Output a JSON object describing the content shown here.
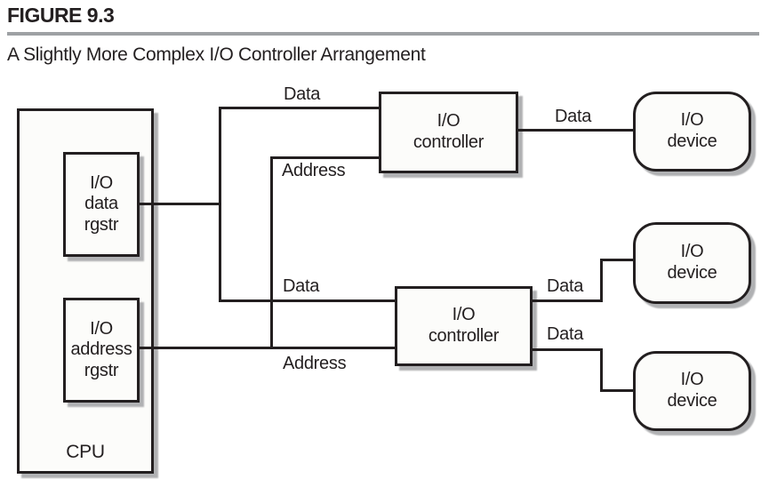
{
  "figure": {
    "label": "FIGURE 9.3",
    "caption": "A Slightly More Complex I/O Controller Arrangement"
  },
  "cpu": {
    "label": "CPU",
    "registers": [
      {
        "label": "I/O\ndata\nrgstr"
      },
      {
        "label": "I/O\naddress\nrgstr"
      }
    ]
  },
  "controllers": [
    {
      "label": "I/O\ncontroller"
    },
    {
      "label": "I/O\ncontroller"
    }
  ],
  "devices": [
    {
      "label": "I/O\ndevice"
    },
    {
      "label": "I/O\ndevice"
    },
    {
      "label": "I/O\ndevice"
    }
  ],
  "bus_labels": {
    "data_top": "Data",
    "address_top": "Address",
    "data_middle": "Data",
    "address_bottom": "Address",
    "data_device1": "Data",
    "data_device2": "Data",
    "data_device3": "Data"
  },
  "colors": {
    "ink": "#231f20",
    "box_fill": "#fcfcfa",
    "shadow": "#b0b1b3",
    "rule": "#9ea1a4",
    "background": "#ffffff"
  }
}
